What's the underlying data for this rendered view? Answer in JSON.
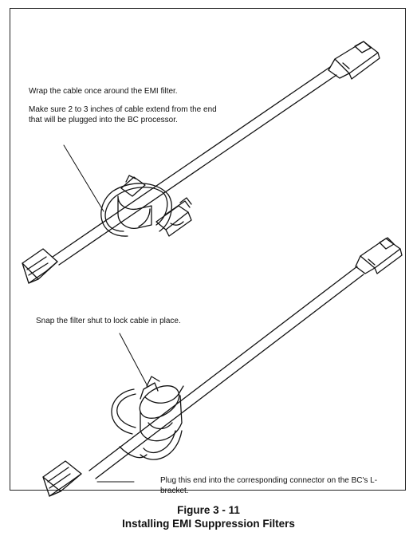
{
  "notes": {
    "wrap": "Wrap the cable once around the EMI filter.",
    "extend": "Make sure 2 to 3 inches of cable extend from the end that will be plugged into the BC processor.",
    "snap": "Snap the filter shut  to lock cable in place.",
    "plug": "Plug this end into the corresponding connector on the BC's L-bracket."
  },
  "caption": {
    "number": "Figure 3 - 11",
    "title": "Installing EMI Suppression Filters"
  },
  "colors": {
    "line": "#111111",
    "paper": "#ffffff"
  }
}
